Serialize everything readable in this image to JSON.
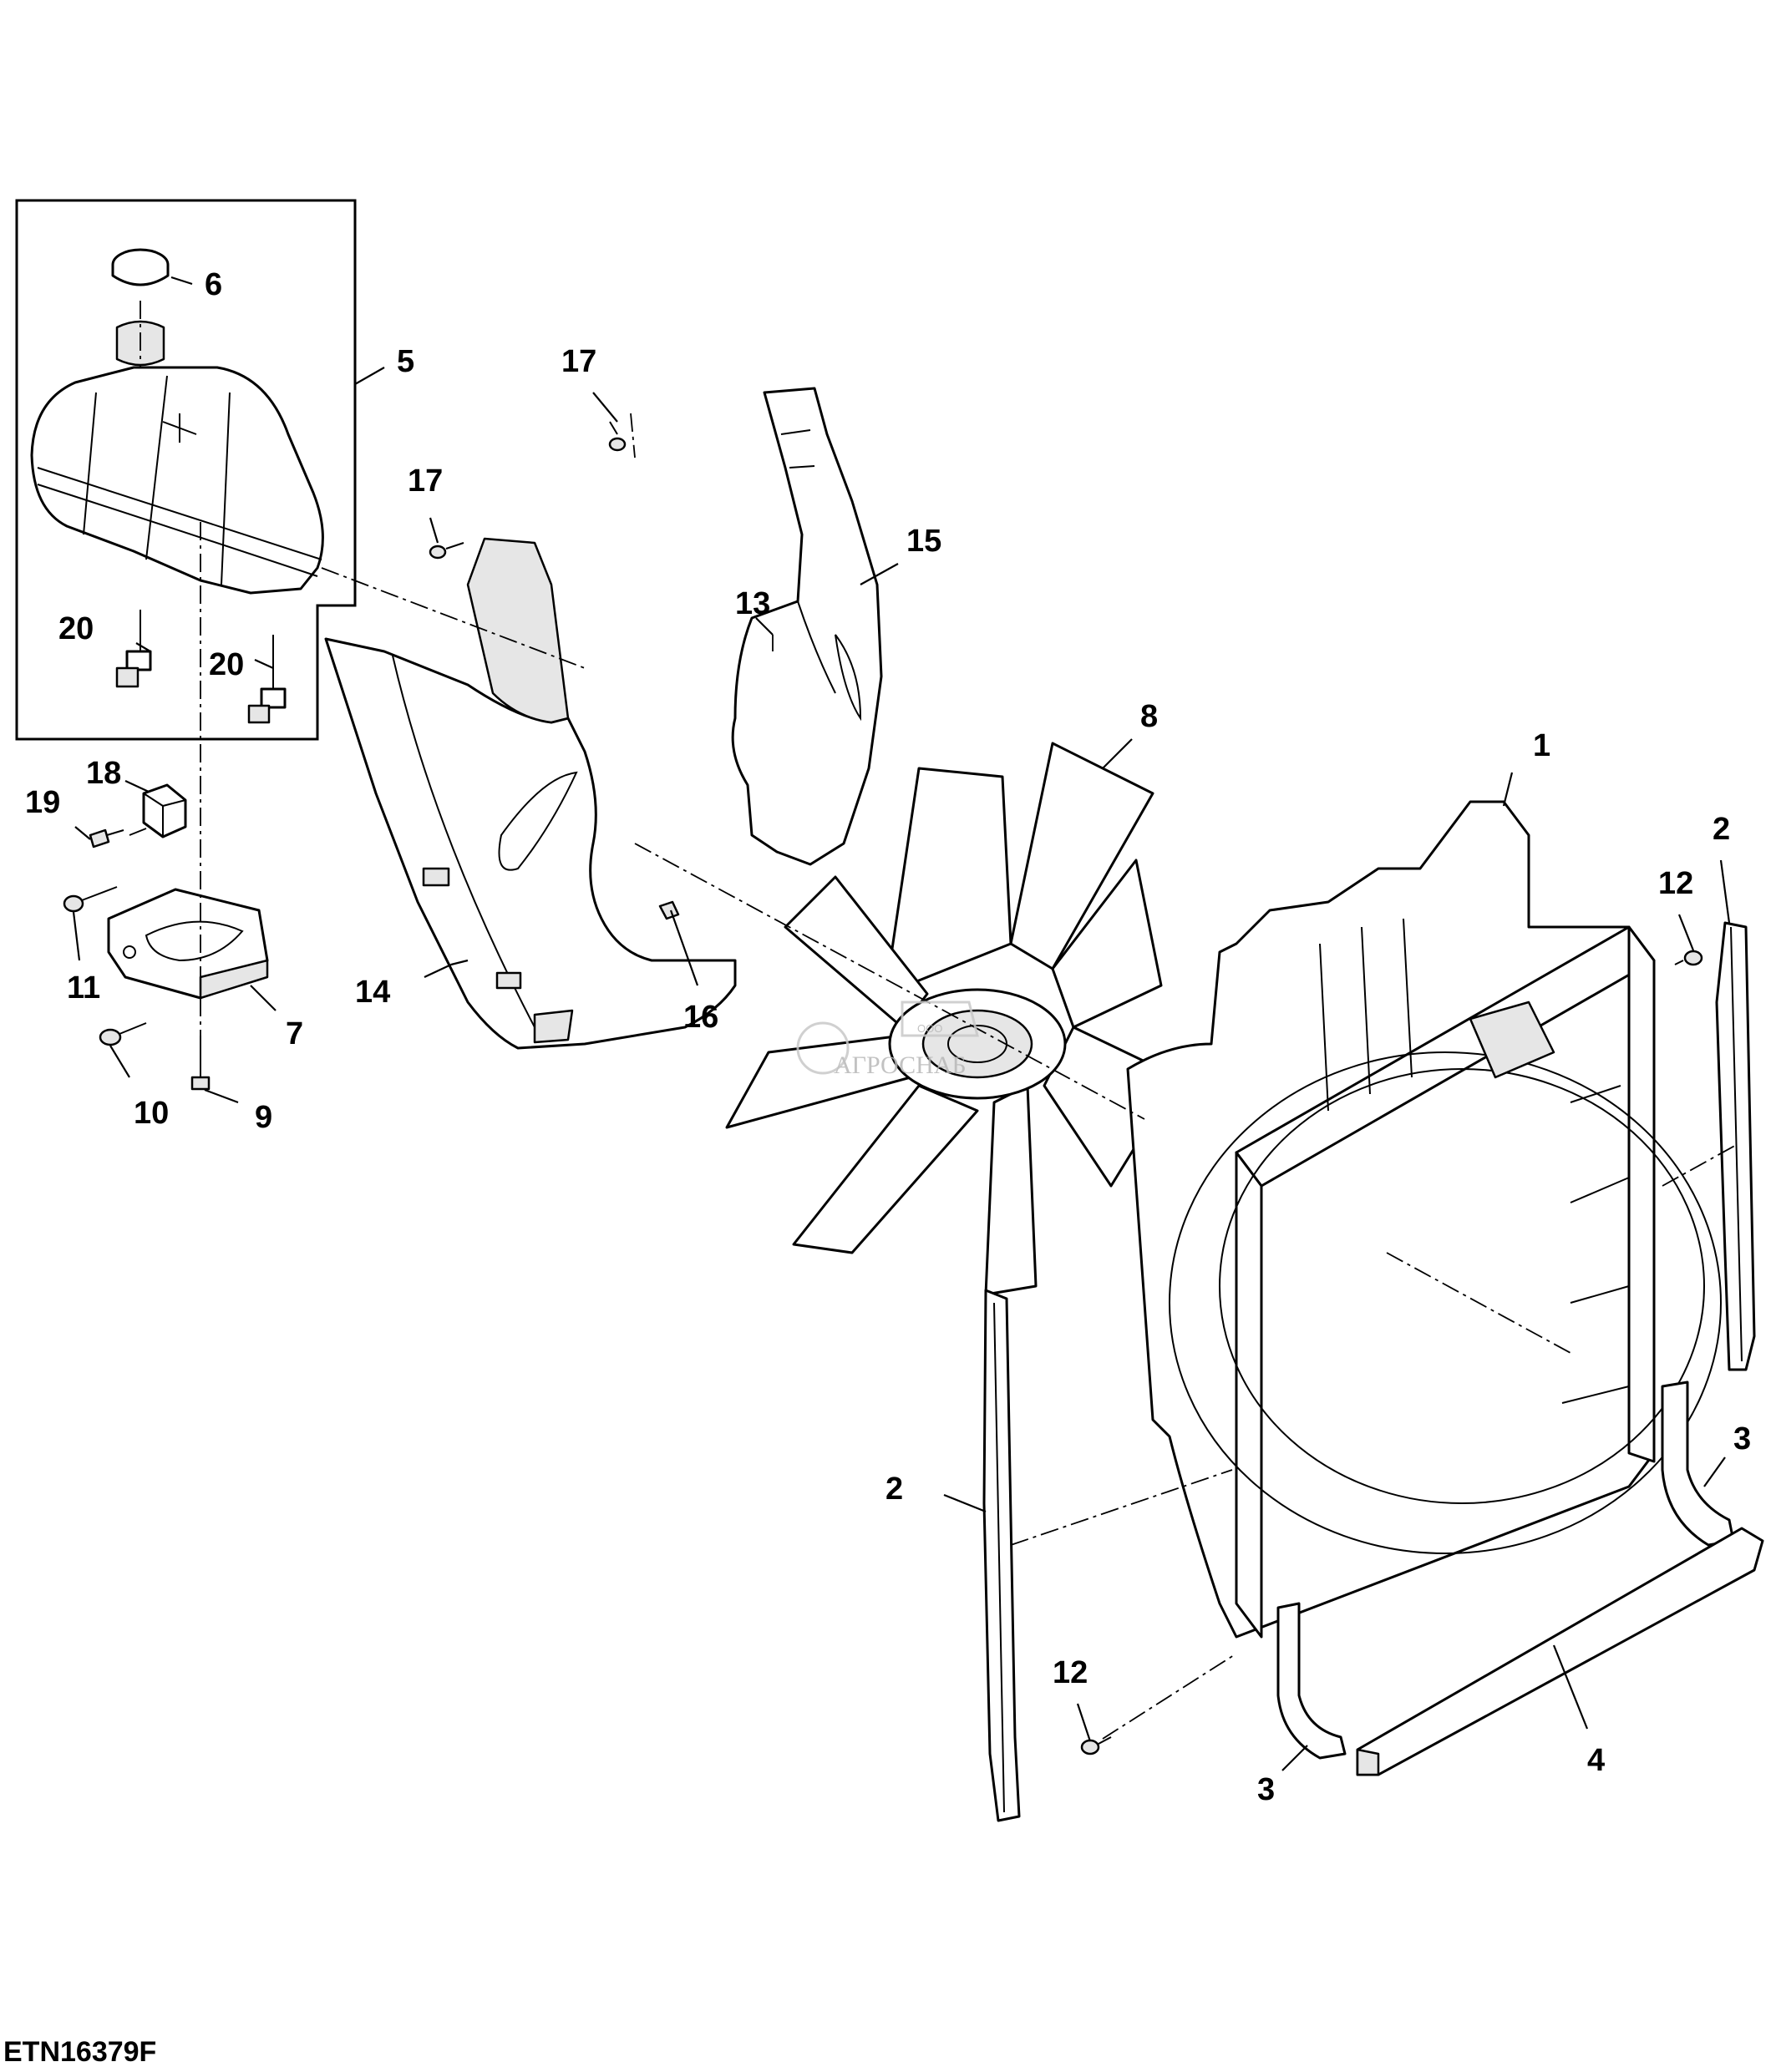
{
  "figure_id": "ETN16379F",
  "watermark": {
    "top": "ООО",
    "main": "АГРОСНАБ"
  },
  "callouts": [
    {
      "id": "c1",
      "label": "1"
    },
    {
      "id": "c2a",
      "label": "2"
    },
    {
      "id": "c2b",
      "label": "2"
    },
    {
      "id": "c3a",
      "label": "3"
    },
    {
      "id": "c3b",
      "label": "3"
    },
    {
      "id": "c4",
      "label": "4"
    },
    {
      "id": "c5",
      "label": "5"
    },
    {
      "id": "c6",
      "label": "6"
    },
    {
      "id": "c7",
      "label": "7"
    },
    {
      "id": "c8",
      "label": "8"
    },
    {
      "id": "c9",
      "label": "9"
    },
    {
      "id": "c10",
      "label": "10"
    },
    {
      "id": "c11",
      "label": "11"
    },
    {
      "id": "c12a",
      "label": "12"
    },
    {
      "id": "c12b",
      "label": "12"
    },
    {
      "id": "c13",
      "label": "13"
    },
    {
      "id": "c14",
      "label": "14"
    },
    {
      "id": "c15",
      "label": "15"
    },
    {
      "id": "c16",
      "label": "16"
    },
    {
      "id": "c17a",
      "label": "17"
    },
    {
      "id": "c17b",
      "label": "17"
    },
    {
      "id": "c18",
      "label": "18"
    },
    {
      "id": "c19",
      "label": "19"
    },
    {
      "id": "c20a",
      "label": "20"
    },
    {
      "id": "c20b",
      "label": "20"
    }
  ]
}
